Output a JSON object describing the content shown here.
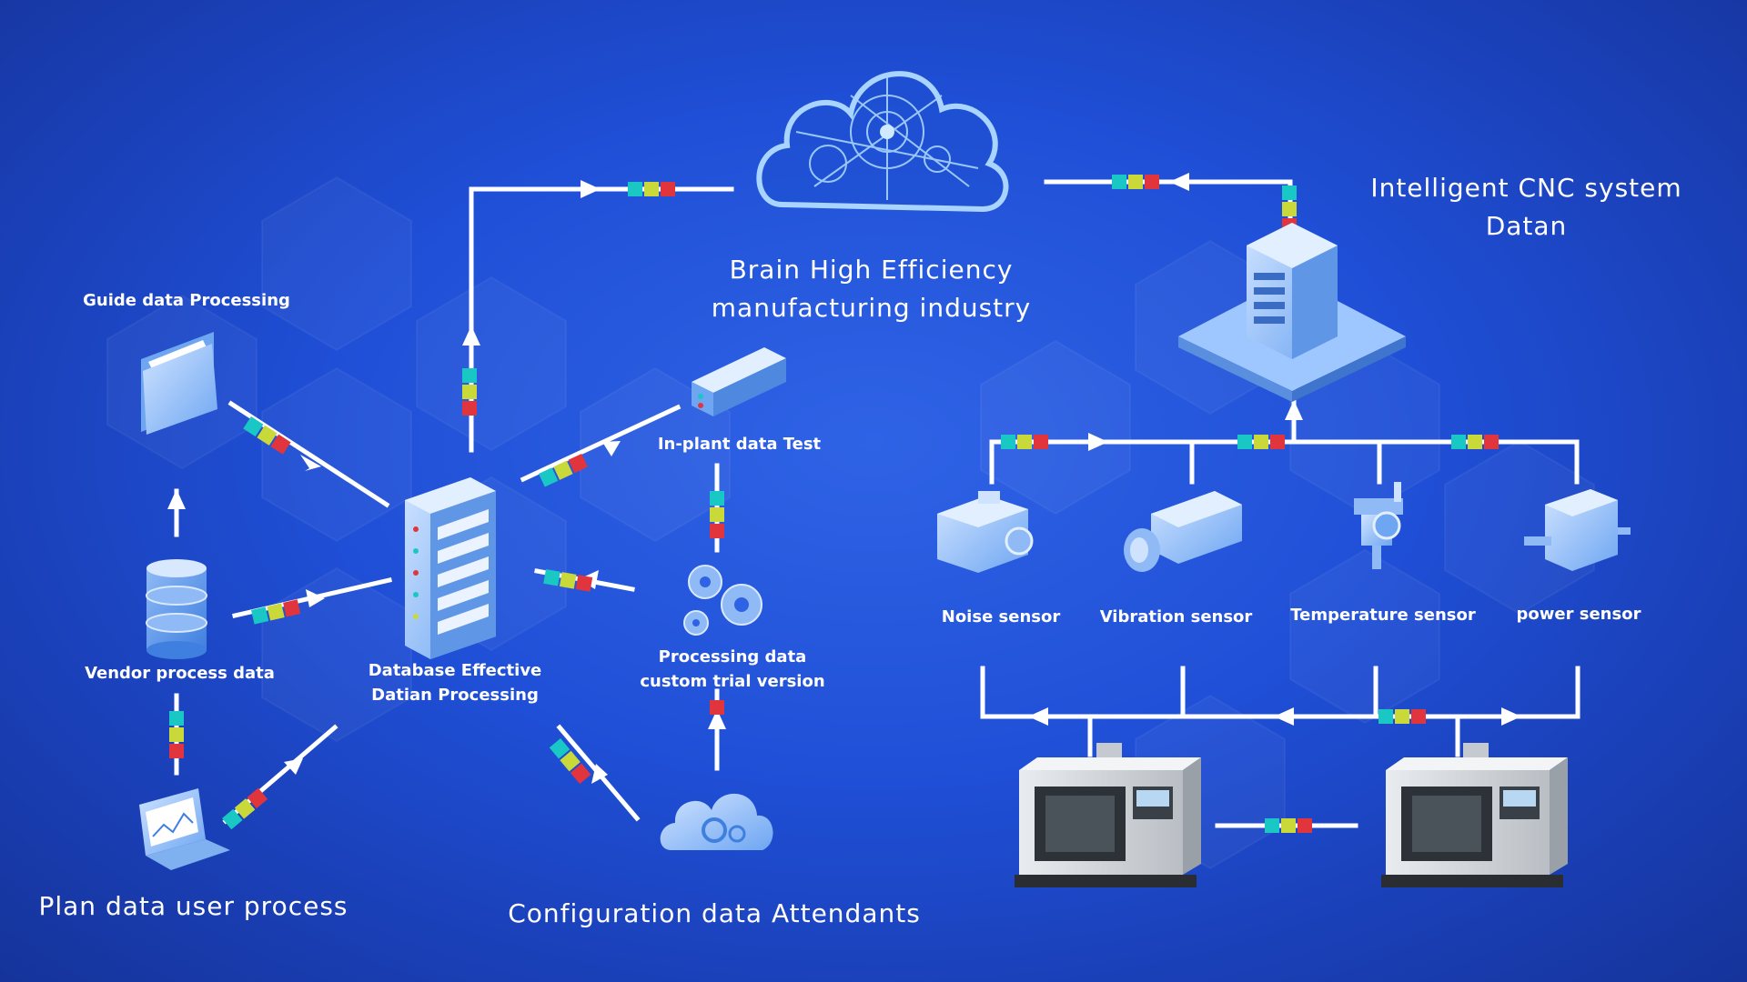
{
  "colors": {
    "background": "#1f4fd6",
    "line": "#ffffff",
    "chip_cyan": "#19c7c4",
    "chip_yellow": "#c9d93a",
    "chip_red": "#e0353d",
    "icon_light": "#9fc7ff",
    "icon_mid": "#6ea6f2"
  },
  "labels": {
    "guide": "Guide data Processing",
    "vendor": "Vendor process data",
    "plan": "Plan data user process",
    "database_line1": "Database Effective",
    "database_line2": "Datian Processing",
    "inplant": "In-plant data Test",
    "processing_line1": "Processing data",
    "processing_line2": "custom trial version",
    "configuration": "Configuration data Attendants",
    "brain_line1": "Brain High Efficiency",
    "brain_line2": "manufacturing industry",
    "cnc_line1": "Intelligent CNC system",
    "cnc_line2": "Datan",
    "noise": "Noise sensor",
    "vibration": "Vibration sensor",
    "temperature": "Temperature sensor",
    "power": "power sensor"
  },
  "icons": {
    "guide": "folder-icon",
    "vendor": "database-stack-icon",
    "plan": "laptop-icon",
    "database": "server-rack-icon",
    "inplant": "network-device-icon",
    "processing": "gears-icon",
    "configuration": "cloud-gear-icon",
    "brain": "cloud-network-icon",
    "cnc": "server-tower-platform-icon",
    "noise": "noise-sensor-icon",
    "vibration": "vibration-sensor-icon",
    "temperature": "temperature-sensor-icon",
    "power": "power-sensor-icon",
    "machine": "cnc-machine-icon"
  }
}
